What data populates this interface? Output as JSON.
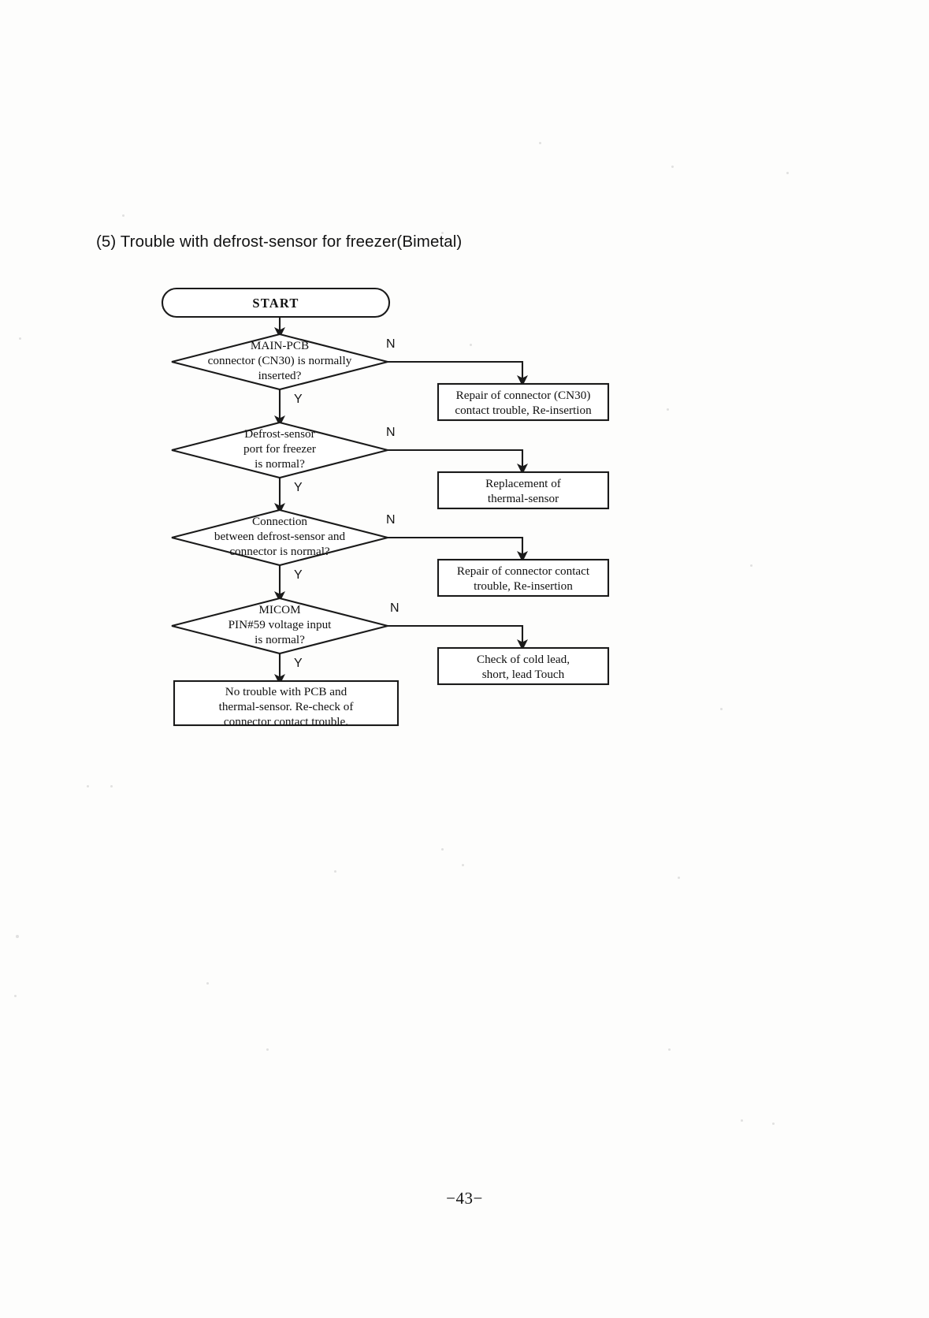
{
  "document": {
    "section_title": "(5) Trouble with defrost-sensor for freezer(Bimetal)",
    "page_number": "−43−"
  },
  "flowchart": {
    "type": "flowchart",
    "start_node": {
      "label": "START",
      "shape": "terminator"
    },
    "branch_labels": {
      "yes": "Y",
      "no": "N"
    },
    "steps": [
      {
        "id": "step-1",
        "decision": "MAIN-PCB\nconnector (CN30) is normally\ninserted?",
        "decision_lines": [
          "MAIN-PCB",
          "connector (CN30) is normally",
          "inserted?"
        ],
        "no_action": "Repair of connector (CN30)\ncontact trouble, Re-insertion",
        "no_action_lines": [
          "Repair of connector (CN30)",
          "contact trouble, Re-insertion"
        ],
        "yes_label": "Y",
        "no_label": "N"
      },
      {
        "id": "step-2",
        "decision": "Defrost-sensor\nport for freezer\nis normal?",
        "decision_lines": [
          "Defrost-sensor",
          "port for freezer",
          "is normal?"
        ],
        "no_action": "Replacement of\nthermal-sensor",
        "no_action_lines": [
          "Replacement of",
          "thermal-sensor"
        ],
        "yes_label": "Y",
        "no_label": "N"
      },
      {
        "id": "step-3",
        "decision": "Connection\nbetween defrost-sensor and\nconnector is normal?",
        "decision_lines": [
          "Connection",
          "between defrost-sensor and",
          "connector is normal?"
        ],
        "no_action": "Repair of connector contact\ntrouble, Re-insertion",
        "no_action_lines": [
          "Repair of connector contact",
          "trouble, Re-insertion"
        ],
        "yes_label": "Y",
        "no_label": "N"
      },
      {
        "id": "step-4",
        "decision": "MICOM\nPIN#59 voltage input\nis normal?",
        "decision_lines": [
          "MICOM",
          "PIN#59 voltage input",
          "is normal?"
        ],
        "no_action": "Check of cold lead,\nshort, lead Touch",
        "no_action_lines": [
          "Check of cold lead,",
          "short, lead Touch"
        ],
        "yes_label": "Y",
        "no_label": "N"
      }
    ],
    "final_node": {
      "label": "No trouble with PCB and\nthermal-sensor.  Re-check of\nconnector contact trouble.",
      "lines": [
        "No trouble with PCB and",
        "thermal-sensor.  Re-check of",
        "connector contact trouble."
      ],
      "shape": "process"
    },
    "colors": {
      "stroke": "#1a1a1a",
      "fill": "#ffffff",
      "background": "#fdfdfc",
      "text": "#111111"
    }
  }
}
